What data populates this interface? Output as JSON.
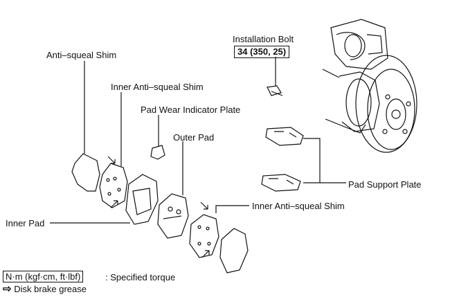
{
  "labels": {
    "installation_bolt": "Installation Bolt",
    "torque_value": "34 (350, 25)",
    "anti_squeal_shim": "Anti–squeal Shim",
    "inner_anti_squeal_shim_top": "Inner Anti–squeal Shim",
    "pad_wear_indicator_plate": "Pad Wear Indicator Plate",
    "outer_pad": "Outer Pad",
    "inner_anti_squeal_shim_right": "Inner Anti–squeal Shim",
    "pad_support_plate": "Pad Support Plate",
    "inner_pad": "Inner Pad"
  },
  "legend": {
    "torque_unit": "N·m (kgf·cm, ft·lbf)",
    "torque_desc": ": Specified torque",
    "grease_arrow": "⇨",
    "grease_desc": "Disk brake grease"
  }
}
